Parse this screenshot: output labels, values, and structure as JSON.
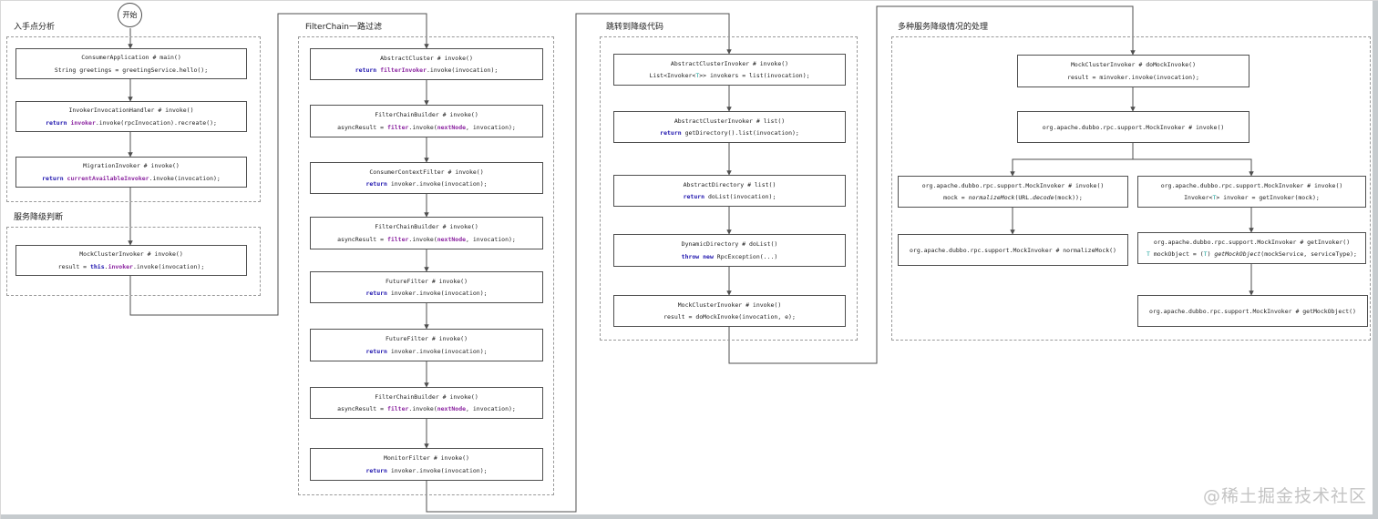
{
  "start": {
    "label": "开始"
  },
  "watermark": "@稀土掘金技术社区",
  "colors": {
    "keyword": "#1c12ad",
    "variable": "#8b24a0",
    "type": "#18a29a",
    "line": "#4f4f4f"
  },
  "groups": {
    "g1": {
      "label": "入手点分析"
    },
    "g2": {
      "label": "服务降级判断"
    },
    "g3": {
      "label": "FilterChain一路过滤"
    },
    "g4": {
      "label": "跳转到降级代码"
    },
    "g5": {
      "label": "多种服务降级情况的处理"
    }
  },
  "nodes": {
    "n1": {
      "title": "ConsumerApplication # main()",
      "code": [
        {
          "t": "String greetings = greetingService.hello();"
        }
      ]
    },
    "n2": {
      "title": "InvokerInvocationHandler # invoke()",
      "code": [
        {
          "t": "return ",
          "c": "kw"
        },
        {
          "t": "invoker",
          "c": "var"
        },
        {
          "t": ".invoke(rpcInvocation).recreate();"
        }
      ]
    },
    "n3": {
      "title": "MigrationInvoker # invoke()",
      "code": [
        {
          "t": "return ",
          "c": "kw"
        },
        {
          "t": "currentAvailableInvoker",
          "c": "var"
        },
        {
          "t": ".invoke(invocation);"
        }
      ]
    },
    "n4": {
      "title": "MockClusterInvoker # invoke()",
      "code": [
        {
          "t": "result = "
        },
        {
          "t": "this",
          "c": "kw"
        },
        {
          "t": "."
        },
        {
          "t": "invoker",
          "c": "var"
        },
        {
          "t": ".invoke(invocation);"
        }
      ]
    },
    "n5": {
      "title": "AbstractCluster # invoke()",
      "code": [
        {
          "t": "return ",
          "c": "kw"
        },
        {
          "t": "filterInvoker",
          "c": "var"
        },
        {
          "t": ".invoke(invocation);"
        }
      ]
    },
    "n6": {
      "title": "FilterChainBuilder # invoke()",
      "code": [
        {
          "t": "asyncResult = "
        },
        {
          "t": "filter",
          "c": "var"
        },
        {
          "t": ".invoke("
        },
        {
          "t": "nextNode",
          "c": "var"
        },
        {
          "t": ", invocation);"
        }
      ]
    },
    "n7": {
      "title": "ConsumerContextFilter # invoke()",
      "code": [
        {
          "t": "return ",
          "c": "kw"
        },
        {
          "t": "invoker.invoke(invocation);"
        }
      ]
    },
    "n8": {
      "title": "FilterChainBuilder # invoke()",
      "code": [
        {
          "t": "asyncResult = "
        },
        {
          "t": "filter",
          "c": "var"
        },
        {
          "t": ".invoke("
        },
        {
          "t": "nextNode",
          "c": "var"
        },
        {
          "t": ", invocation);"
        }
      ]
    },
    "n9": {
      "title": "FutureFilter # invoke()",
      "code": [
        {
          "t": "return ",
          "c": "kw"
        },
        {
          "t": "invoker.invoke(invocation);"
        }
      ]
    },
    "n10": {
      "title": "FutureFilter # invoke()",
      "code": [
        {
          "t": "return ",
          "c": "kw"
        },
        {
          "t": "invoker.invoke(invocation);"
        }
      ]
    },
    "n11": {
      "title": "FilterChainBuilder # invoke()",
      "code": [
        {
          "t": "asyncResult = "
        },
        {
          "t": "filter",
          "c": "var"
        },
        {
          "t": ".invoke("
        },
        {
          "t": "nextNode",
          "c": "var"
        },
        {
          "t": ", invocation);"
        }
      ]
    },
    "n12": {
      "title": "MonitorFilter # invoke()",
      "code": [
        {
          "t": "return ",
          "c": "kw"
        },
        {
          "t": "invoker.invoke(invocation);"
        }
      ]
    },
    "n13": {
      "title": "AbstractClusterInvoker # invoke()",
      "code": [
        {
          "t": "List<Invoker<"
        },
        {
          "t": "T",
          "c": "ty"
        },
        {
          "t": ">> invokers = list(invocation);"
        }
      ]
    },
    "n14": {
      "title": "AbstractClusterInvoker # list()",
      "code": [
        {
          "t": "return ",
          "c": "kw"
        },
        {
          "t": "getDirectory().list(invocation);"
        }
      ]
    },
    "n15": {
      "title": "AbstractDirectory # list()",
      "code": [
        {
          "t": "return ",
          "c": "kw"
        },
        {
          "t": "doList(invocation);"
        }
      ]
    },
    "n16": {
      "title": "DynamicDirectory # doList()",
      "code": [
        {
          "t": "throw new ",
          "c": "kw"
        },
        {
          "t": "RpcException(...)"
        }
      ]
    },
    "n17": {
      "title": "MockClusterInvoker # invoke()",
      "code": [
        {
          "t": "result = doMockInvoke(invocation, e);"
        }
      ]
    },
    "n18": {
      "title": "MockClusterInvoker # doMockInvoke()",
      "code": [
        {
          "t": "result = minvoker.invoke(invocation);"
        }
      ]
    },
    "n19": {
      "title": "org.apache.dubbo.rpc.support.MockInvoker # invoke()",
      "code": []
    },
    "n20": {
      "title": "org.apache.dubbo.rpc.support.MockInvoker # invoke()",
      "code": [
        {
          "t": "mock = "
        },
        {
          "t": "normalizeMock",
          "c": "it"
        },
        {
          "t": "(URL."
        },
        {
          "t": "decode",
          "c": "it"
        },
        {
          "t": "(mock));"
        }
      ]
    },
    "n21": {
      "title": "org.apache.dubbo.rpc.support.MockInvoker # invoke()",
      "code": [
        {
          "t": "Invoker<"
        },
        {
          "t": "T",
          "c": "ty"
        },
        {
          "t": "> invoker = getInvoker(mock);"
        }
      ]
    },
    "n22": {
      "title": "org.apache.dubbo.rpc.support.MockInvoker # normalizeMock()",
      "code": []
    },
    "n23": {
      "title": "org.apache.dubbo.rpc.support.MockInvoker # getInvoker()",
      "code": [
        {
          "t": "T",
          "c": "ty"
        },
        {
          "t": " mockObject = ("
        },
        {
          "t": "T",
          "c": "ty"
        },
        {
          "t": ") "
        },
        {
          "t": "getMockObject",
          "c": "it"
        },
        {
          "t": "(mockService, serviceType);"
        }
      ]
    },
    "n24": {
      "title": "org.apache.dubbo.rpc.support.MockInvoker # getMockObject()",
      "code": []
    }
  }
}
